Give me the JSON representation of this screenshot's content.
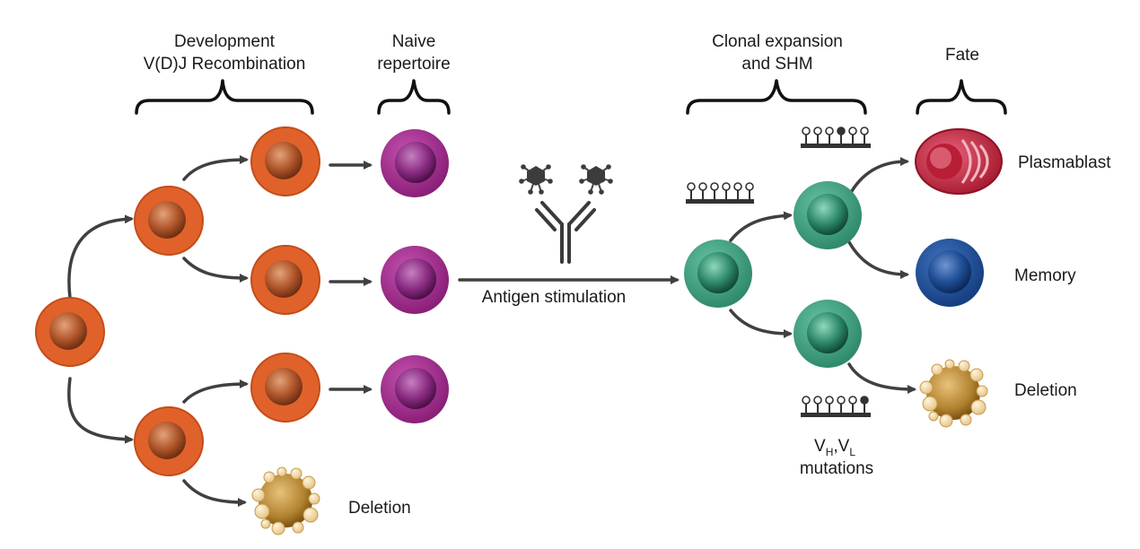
{
  "stages": {
    "development": [
      "Development",
      "V(D)J Recombination"
    ],
    "naive": [
      "Naive",
      "repertoire"
    ],
    "clonal": [
      "Clonal expansion",
      "and SHM"
    ],
    "fate": "Fate"
  },
  "labels": {
    "antigen_stimulation": "Antigen stimulation",
    "plasmablast": "Plasmablast",
    "memory": "Memory",
    "deletion": "Deletion",
    "mutations_vh": "V",
    "mutations_h_sub": "H",
    "mutations_comma": ",V",
    "mutations_l_sub": "L",
    "mutations_text": "mutations"
  },
  "colors": {
    "precursor": "#e0622a",
    "naive": "#9b2b87",
    "activated": "#3f9c7d",
    "plasmablast": "#c8283c",
    "memory": "#1f4f96",
    "apoptotic": "#b8893a",
    "arrow": "#404040"
  }
}
